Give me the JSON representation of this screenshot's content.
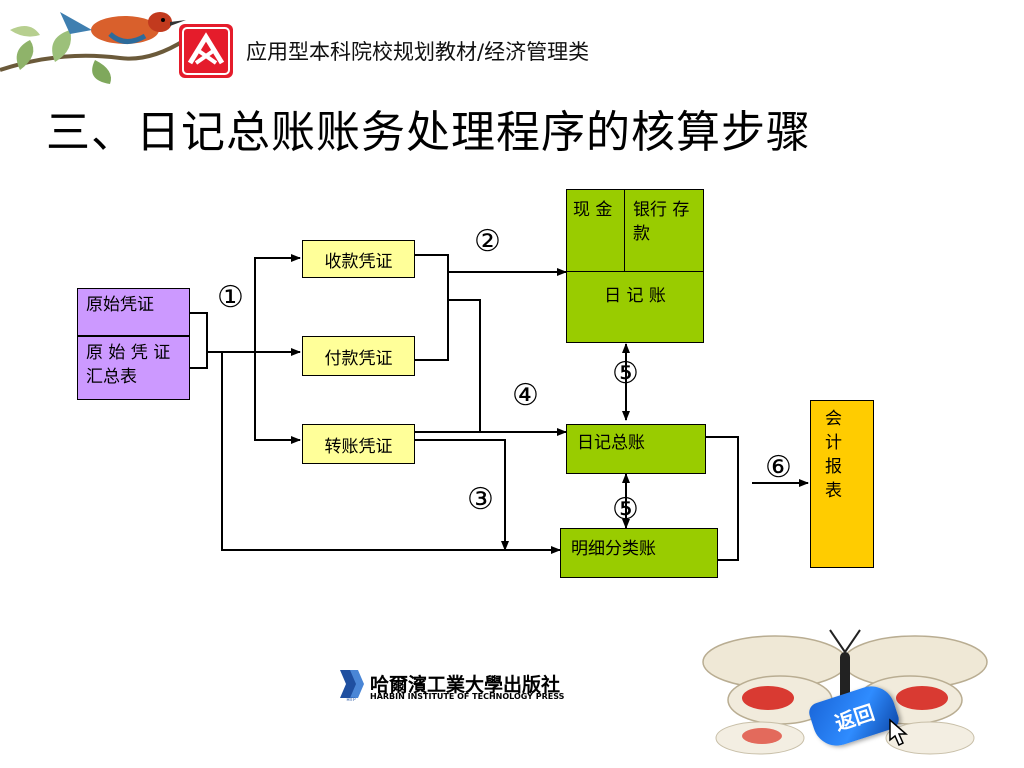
{
  "header": {
    "title": "应用型本科院校规划教材/经济管理类"
  },
  "slide": {
    "title": "三、日记总账账务处理程序的核算步骤"
  },
  "diagram": {
    "source_doc": "原始凭证",
    "source_summary": "原 始 凭 证 汇总表",
    "receipt_voucher": "收款凭证",
    "payment_voucher": "付款凭证",
    "transfer_voucher": "转账凭证",
    "cash": "现 金",
    "bank": "银行 存款",
    "journal": "日 记 账",
    "general_ledger": "日记总账",
    "subsidiary_ledger": "明细分类账",
    "reports": "会 计 报 表",
    "step1": "①",
    "step2": "②",
    "step3": "③",
    "step4": "④",
    "step5a": "⑤",
    "step5b": "⑤",
    "step6": "⑥"
  },
  "footer": {
    "publisher": "哈爾濱工業大學出版社",
    "publisher_en": "HARBIN INSTITUTE OF TECHNOLOGY PRESS",
    "back_button": "返回"
  }
}
